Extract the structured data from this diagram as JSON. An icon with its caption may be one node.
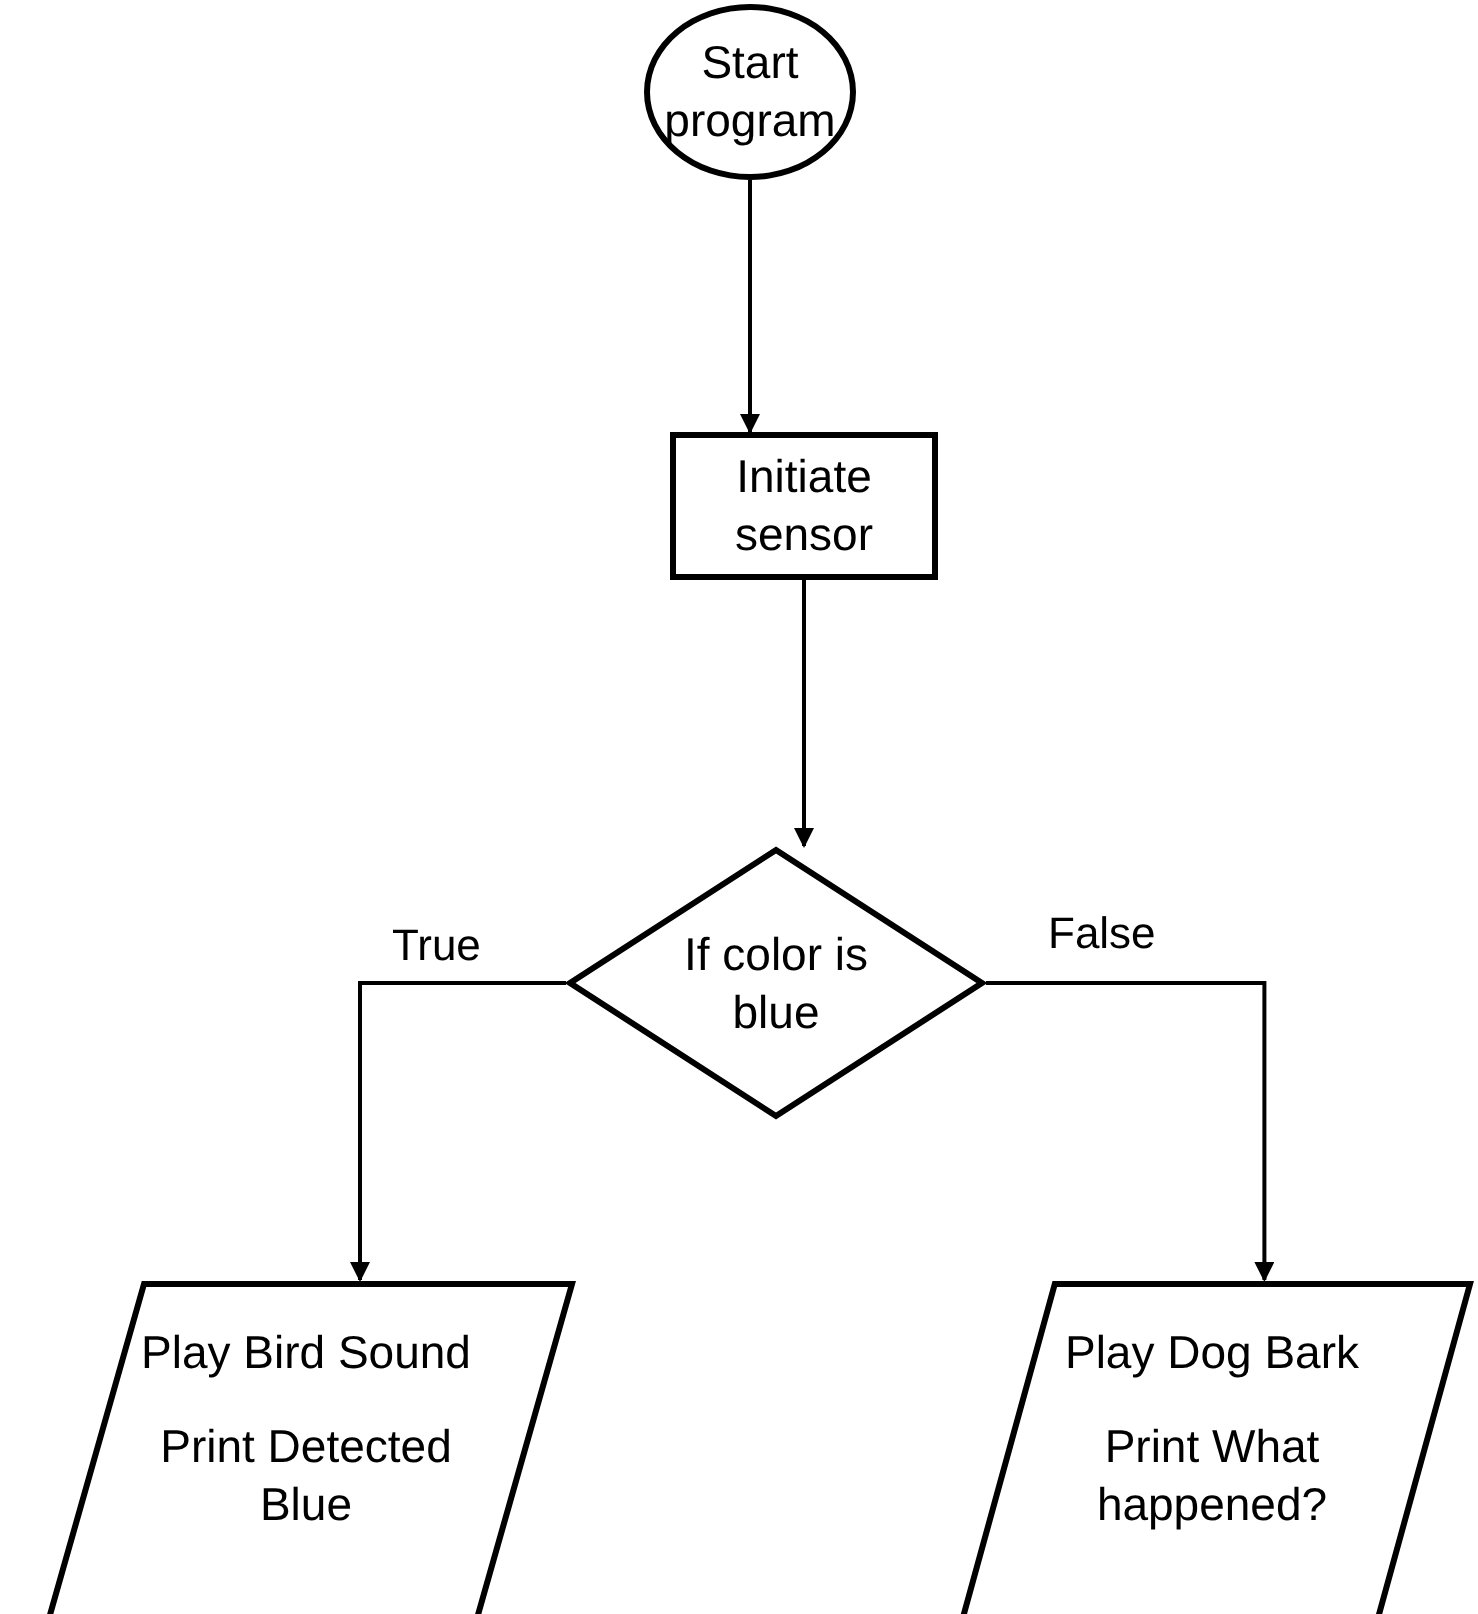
{
  "diagram": {
    "nodes": [
      {
        "text": [
          "Start program"
        ]
      },
      {
        "text": [
          "Initiate sensor"
        ]
      },
      {
        "text": [
          "If color is blue"
        ]
      },
      {
        "text": [
          "Play Bird Sound",
          "Print Detected Blue"
        ]
      },
      {
        "text": [
          "Play Dog Bark",
          "Print What happened?"
        ]
      }
    ],
    "edges": [
      {
        "from": 0,
        "to": 1,
        "arrow": "to"
      },
      {
        "from": 1,
        "to": 2,
        "arrow": "to"
      },
      {
        "from": 2,
        "to": 3,
        "arrow": "to",
        "label": "True"
      },
      {
        "from": 2,
        "to": 4,
        "arrow": "to",
        "label": "False"
      }
    ]
  }
}
